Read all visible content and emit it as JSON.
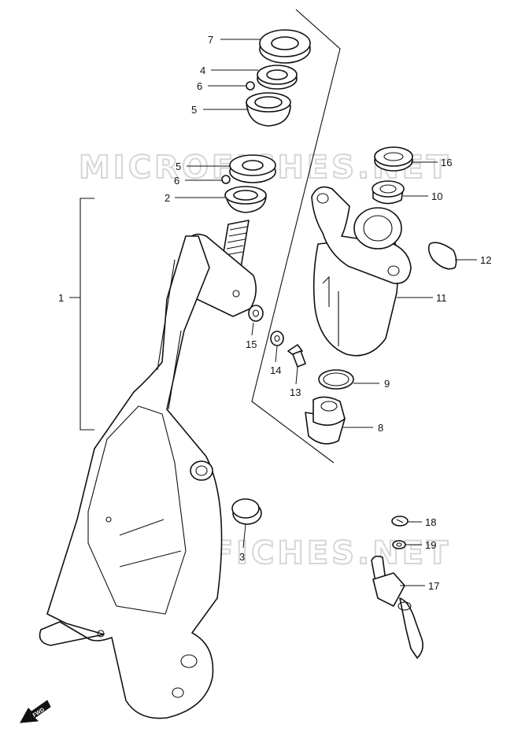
{
  "watermark": "MICROFICHES.NET",
  "fwd_label": "FWD",
  "callouts": [
    {
      "id": "c7",
      "text": "7"
    },
    {
      "id": "c4",
      "text": "4"
    },
    {
      "id": "c6a",
      "text": "6"
    },
    {
      "id": "c5a",
      "text": "5"
    },
    {
      "id": "c5b",
      "text": "5"
    },
    {
      "id": "c6b",
      "text": "6"
    },
    {
      "id": "c2",
      "text": "2"
    },
    {
      "id": "c1",
      "text": "1"
    },
    {
      "id": "c16",
      "text": "16"
    },
    {
      "id": "c10",
      "text": "10"
    },
    {
      "id": "c12",
      "text": "12"
    },
    {
      "id": "c11",
      "text": "11"
    },
    {
      "id": "c15",
      "text": "15"
    },
    {
      "id": "c14",
      "text": "14"
    },
    {
      "id": "c13",
      "text": "13"
    },
    {
      "id": "c9",
      "text": "9"
    },
    {
      "id": "c8",
      "text": "8"
    },
    {
      "id": "c3",
      "text": "3"
    },
    {
      "id": "c18",
      "text": "18"
    },
    {
      "id": "c19",
      "text": "19"
    },
    {
      "id": "c17",
      "text": "17"
    }
  ]
}
